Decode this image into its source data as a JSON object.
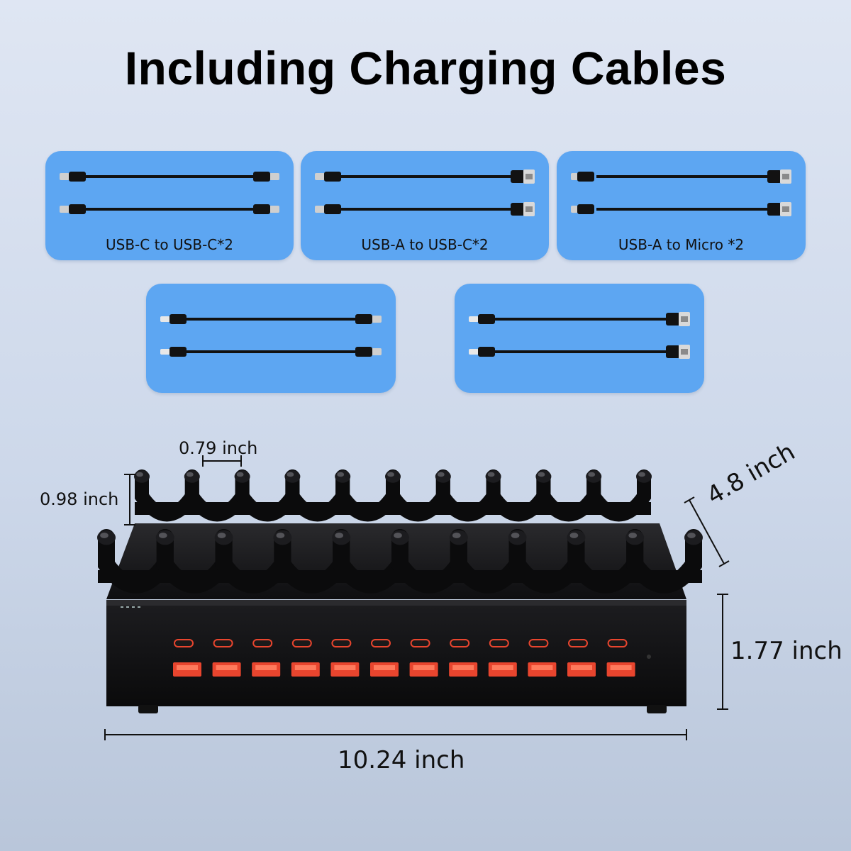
{
  "headline": "Including Charging Cables",
  "cards": [
    {
      "label": "USB-C to USB-C*2",
      "left": "usb-c",
      "right": "usb-c"
    },
    {
      "label": "USB-A to USB-C*2",
      "left": "usb-c",
      "right": "usb-a"
    },
    {
      "label": "USB-A to Micro *2",
      "left": "micro",
      "right": "usb-a"
    },
    {
      "label": "",
      "left": "lightning",
      "right": "usb-c"
    },
    {
      "label": "",
      "left": "lightning",
      "right": "usb-a"
    }
  ],
  "dimensions": {
    "slot_gap": "0.79 inch",
    "comb_height": "0.98 inch",
    "depth": "4.8 inch",
    "base_height": "1.77 inch",
    "width": "10.24 inch"
  },
  "ports": {
    "usb_c_count": 12,
    "usb_a_count": 12
  },
  "colors": {
    "card": "#5da6f2",
    "port": "#e8452e",
    "body": "#0d0d0e"
  }
}
